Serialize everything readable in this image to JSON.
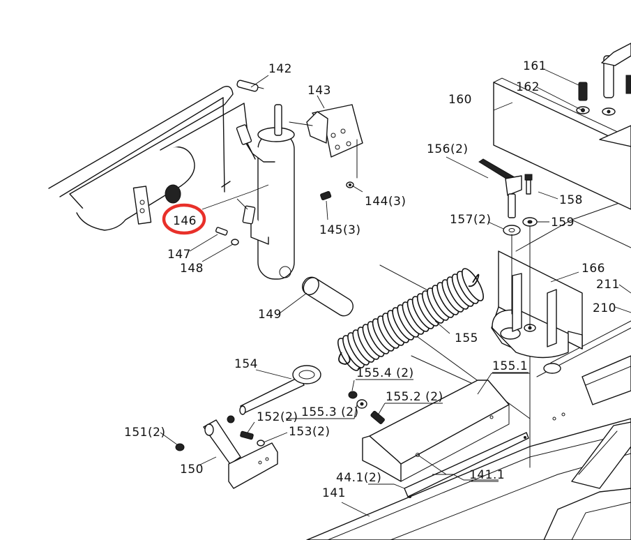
{
  "diagram": {
    "highlight_color": "#e8302a",
    "labels": {
      "l142": "142",
      "l143": "143",
      "l144": "144(3)",
      "l145": "145(3)",
      "l146": "146",
      "l147": "147",
      "l148": "148",
      "l149": "149",
      "l150": "150",
      "l151": "151(2)",
      "l152": "152(2)",
      "l153": "153(2)",
      "l154": "154",
      "l155": "155",
      "l155_1": "155.1",
      "l155_2": "155.2 (2)",
      "l155_3": "155.3 (2)",
      "l155_4": "155.4 (2)",
      "l156": "156(2)",
      "l157": "157(2)",
      "l158": "158",
      "l159": "159",
      "l160": "160",
      "l161": "161",
      "l162": "162",
      "l166": "166",
      "l210": "210",
      "l211": "211",
      "l141": "141",
      "l141_1": "141.1",
      "l44_1": "44.1(2)"
    }
  }
}
